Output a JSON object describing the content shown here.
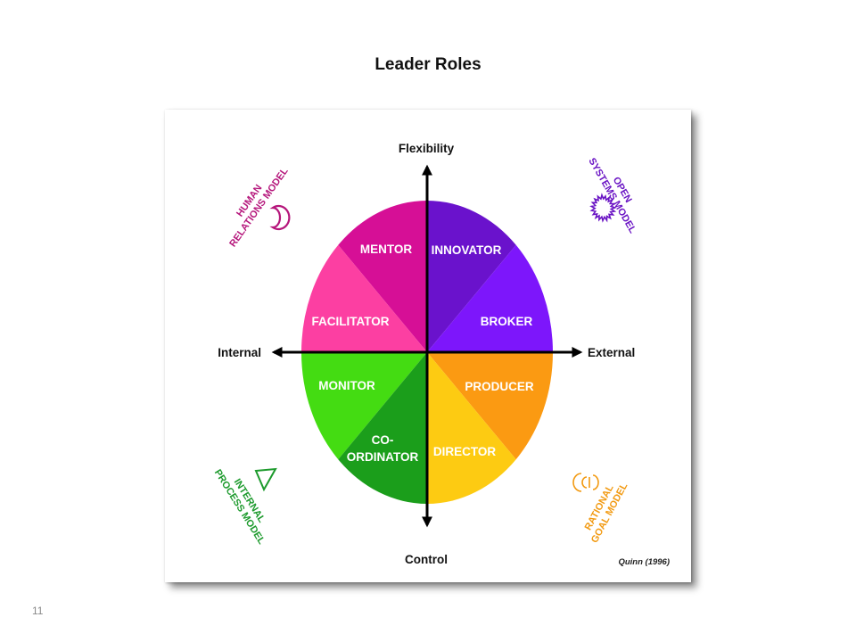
{
  "slide": {
    "title": "Leader Roles",
    "page_number": "11"
  },
  "diagram": {
    "axes": {
      "top": "Flexibility",
      "bottom": "Control",
      "left": "Internal",
      "right": "External"
    },
    "roles": {
      "mentor": "MENTOR",
      "facilitator": "FACILITATOR",
      "innovator": "INNOVATOR",
      "broker": "BROKER",
      "monitor": "MONITOR",
      "coordinator_line1": "CO-",
      "coordinator_line2": "ORDINATOR",
      "producer": "PRODUCER",
      "director": "DIRECTOR"
    },
    "models": {
      "human_relations_line1": "HUMAN",
      "human_relations_line2": "RELATIONS MODEL",
      "open_systems_line1": "OPEN",
      "open_systems_line2": "SYSTEMS MODEL",
      "internal_process_line1": "INTERNAL",
      "internal_process_line2": "PROCESS MODEL",
      "rational_goal_line1": "RATIONAL",
      "rational_goal_line2": "GOAL MODEL"
    },
    "citation": "Quinn (1996)",
    "colors": {
      "mentor": "#d60f96",
      "facilitator": "#fc3fa2",
      "innovator": "#6a12cc",
      "broker": "#7d16fb",
      "monitor": "#44dc12",
      "coordinator": "#1b9e1b",
      "producer": "#fb9a12",
      "director": "#fdcb12",
      "human_relations": "#b5167b",
      "open_systems": "#6a14c4",
      "internal_process": "#1c9a2c",
      "rational_goal": "#f29a12"
    }
  }
}
